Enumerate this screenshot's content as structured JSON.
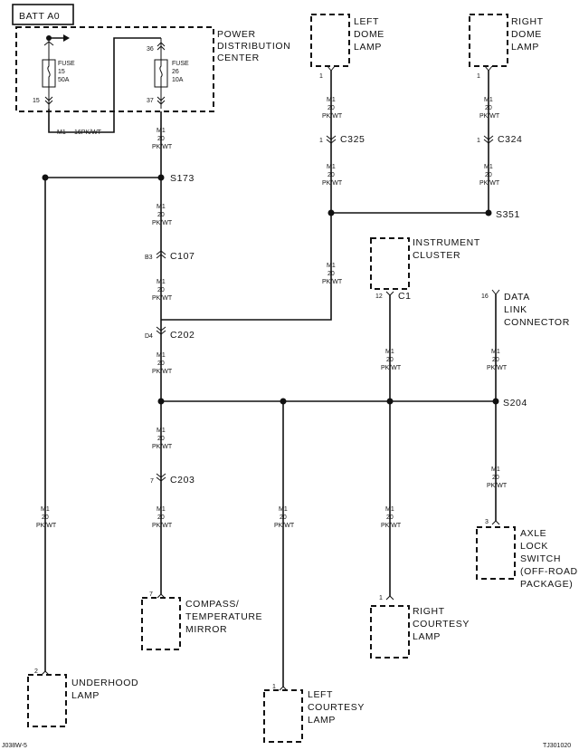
{
  "batt": "BATT A0",
  "pdc": {
    "l1": "POWER",
    "l2": "DISTRIBUTION",
    "l3": "CENTER"
  },
  "fuse15": {
    "l1": "FUSE",
    "l2": "15",
    "l3": "50A",
    "pin_in": "15"
  },
  "fuse26": {
    "l1": "FUSE",
    "l2": "26",
    "l3": "10A",
    "pin_top": "36",
    "pin_bot": "37"
  },
  "jumper": {
    "code": "M1",
    "spec": "16PK/WT"
  },
  "wire": {
    "code": "M1",
    "gauge": "20",
    "color": "PK/WT"
  },
  "splices": {
    "s173": "S173",
    "s351": "S351",
    "s204": "S204"
  },
  "connectors": {
    "c325": {
      "name": "C325",
      "pin": "1"
    },
    "c324": {
      "name": "C324",
      "pin": "1"
    },
    "c107": {
      "name": "C107",
      "pin": "B3"
    },
    "c202": {
      "name": "C202",
      "pin": "D4"
    },
    "c203": {
      "name": "C203",
      "pin": "7"
    },
    "c1": {
      "name": "C1",
      "pin": "12"
    }
  },
  "components": {
    "left_dome": {
      "l1": "LEFT",
      "l2": "DOME",
      "l3": "LAMP",
      "pin": "1"
    },
    "right_dome": {
      "l1": "RIGHT",
      "l2": "DOME",
      "l3": "LAMP",
      "pin": "1"
    },
    "instrument_cluster": {
      "l1": "INSTRUMENT",
      "l2": "CLUSTER"
    },
    "data_link": {
      "l1": "DATA",
      "l2": "LINK",
      "l3": "CONNECTOR",
      "pin": "16"
    },
    "compass": {
      "l1": "COMPASS/",
      "l2": "TEMPERATURE",
      "l3": "MIRROR",
      "pin": "7"
    },
    "axle_lock": {
      "l1": "AXLE",
      "l2": "LOCK",
      "l3": "SWITCH",
      "l4": "(OFF-ROAD",
      "l5": "PACKAGE)",
      "pin": "3"
    },
    "right_courtesy": {
      "l1": "RIGHT",
      "l2": "COURTESY",
      "l3": "LAMP",
      "pin": "1"
    },
    "left_courtesy": {
      "l1": "LEFT",
      "l2": "COURTESY",
      "l3": "LAMP",
      "pin": "1"
    },
    "underhood": {
      "l1": "UNDERHOOD",
      "l2": "LAMP",
      "pin": "2"
    }
  },
  "footer": {
    "left": "J038W-5",
    "right": "TJ301020"
  }
}
